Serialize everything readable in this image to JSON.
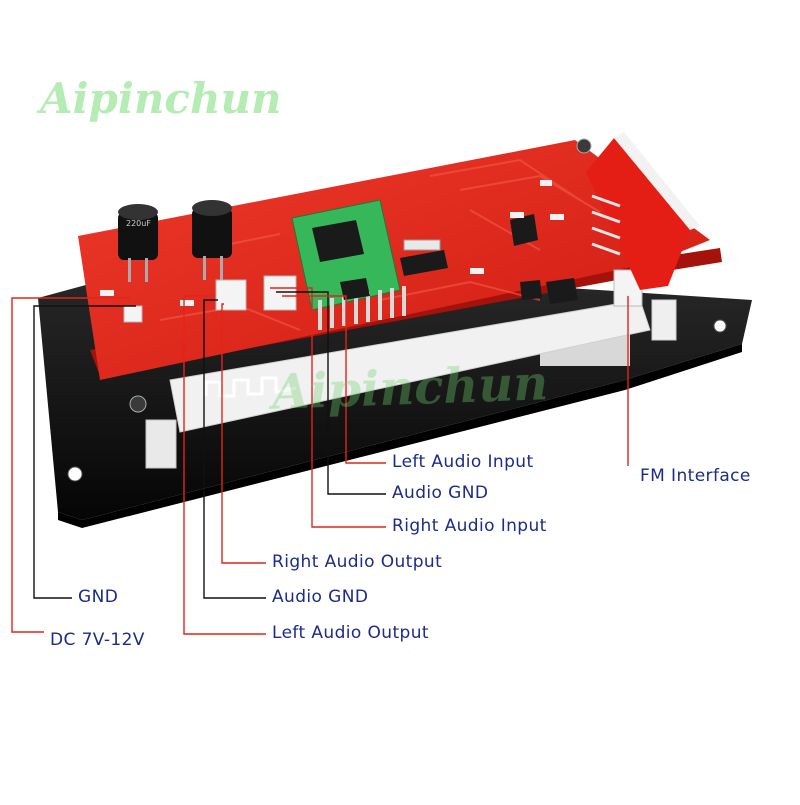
{
  "watermark": {
    "brand": "Aipinchun",
    "brand_color": "#b4ecb4"
  },
  "colors": {
    "pcb_red": "#e01e14",
    "label_blue": "#1b2a8c",
    "leader_black": "#111111",
    "leader_red": "#e3241c"
  },
  "labels": {
    "left_audio_input": "Left Audio Input",
    "audio_gnd_input": "Audio GND",
    "right_audio_input": "Right Audio Input",
    "right_audio_output": "Right Audio Output",
    "audio_gnd_output": "Audio GND",
    "left_audio_output": "Left Audio Output",
    "gnd": "GND",
    "dc_power": "DC 7V-12V",
    "fm_interface": "FM Interface"
  },
  "components": {
    "capacitor_marking": "220uF"
  }
}
